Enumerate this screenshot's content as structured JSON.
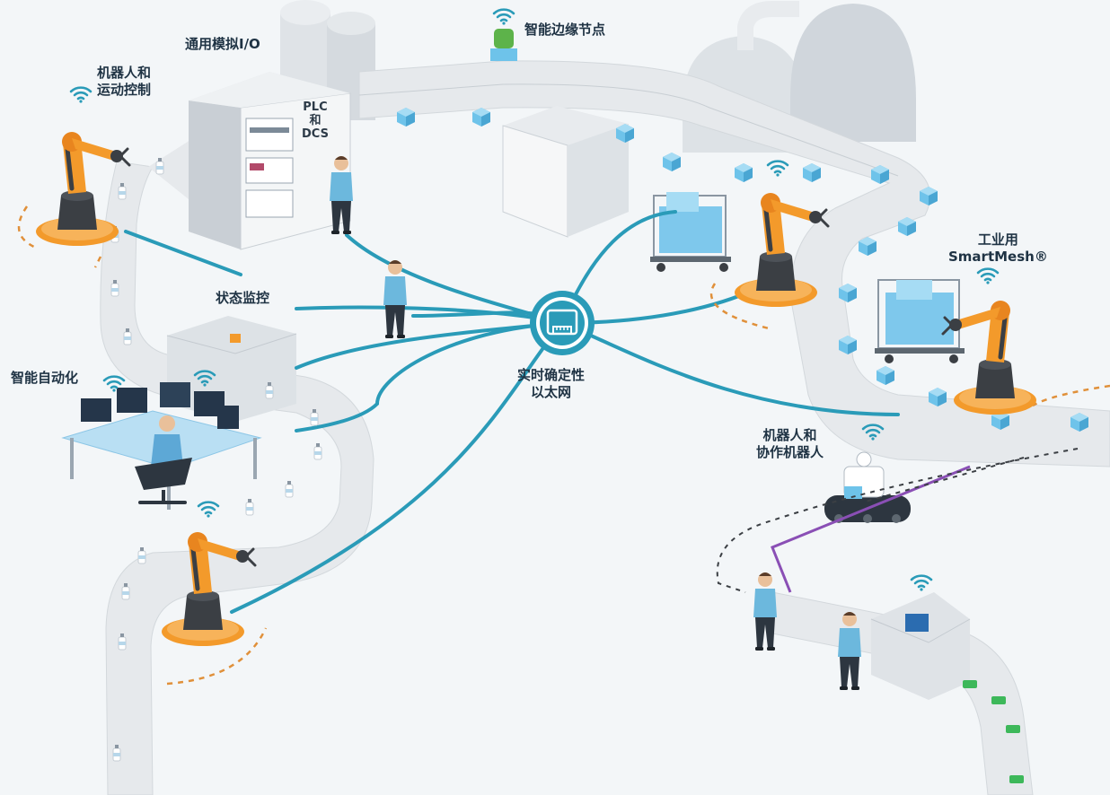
{
  "labels": {
    "general_io": "通用模拟I/O",
    "edge_node": "智能边缘节点",
    "robot_motion": [
      "机器人和",
      "运动控制"
    ],
    "industrial_mesh": [
      "工业用",
      "SmartMesh®"
    ],
    "status_monitor": "状态监控",
    "smart_automation": "智能自动化",
    "realtime_ethernet": [
      "实时确定性",
      "以太网"
    ],
    "robots_cobots": [
      "机器人和",
      "协作机器人"
    ],
    "plc_dcs": [
      "PLC",
      "和",
      "DCS"
    ]
  },
  "colors": {
    "background": "#f3f6f8",
    "network_line": "#2a9bb8",
    "robot_orange": "#f39a2b",
    "robot_dark": "#3b3f44",
    "conveyor": "#e6e9ec",
    "box_blue": "#6ec3ea",
    "purple_link": "#8a4fb5",
    "dashed_orange": "#e0903a",
    "text": "#1f3344"
  },
  "icons": [
    "wifi-icon",
    "ethernet-hub-icon",
    "edge-node-icon",
    "robot-arm-icon",
    "person-icon",
    "mobile-robot-icon"
  ]
}
